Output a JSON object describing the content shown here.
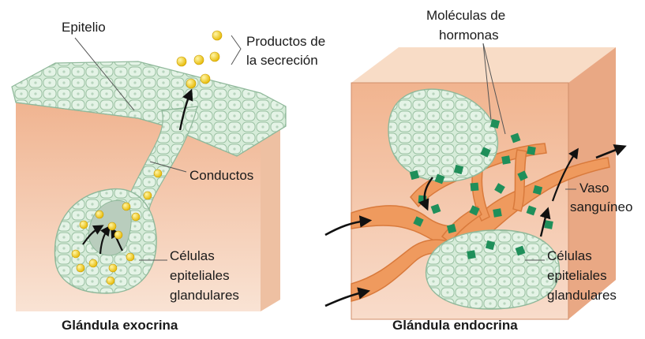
{
  "exocrine": {
    "caption": "Glándula exocrina",
    "labels": {
      "epithelium": "Epitelio",
      "secretion_line1": "Productos de",
      "secretion_line2": "la secreción",
      "ducts": "Conductos",
      "cells_line1": "Células",
      "cells_line2": "epiteliales",
      "cells_line3": "glandulares"
    }
  },
  "endocrine": {
    "caption": "Glándula endocrina",
    "labels": {
      "hormones_line1": "Moléculas de",
      "hormones_line2": "hormonas",
      "vessel_line1": "Vaso",
      "vessel_line2": "sanguíneo",
      "cells_line1": "Células",
      "cells_line2": "epiteliales",
      "cells_line3": "glandulares"
    }
  },
  "colors": {
    "epithelium_fill": "#d6ecd9",
    "epithelium_stroke": "#8fb89a",
    "tissue_front": "#f3c3a3",
    "tissue_top": "#f8dcc6",
    "tissue_side": "#e9a884",
    "vessel": "#ef9a5e",
    "hormone": "#1f8f5a",
    "secretion": "#f2cc1a"
  }
}
